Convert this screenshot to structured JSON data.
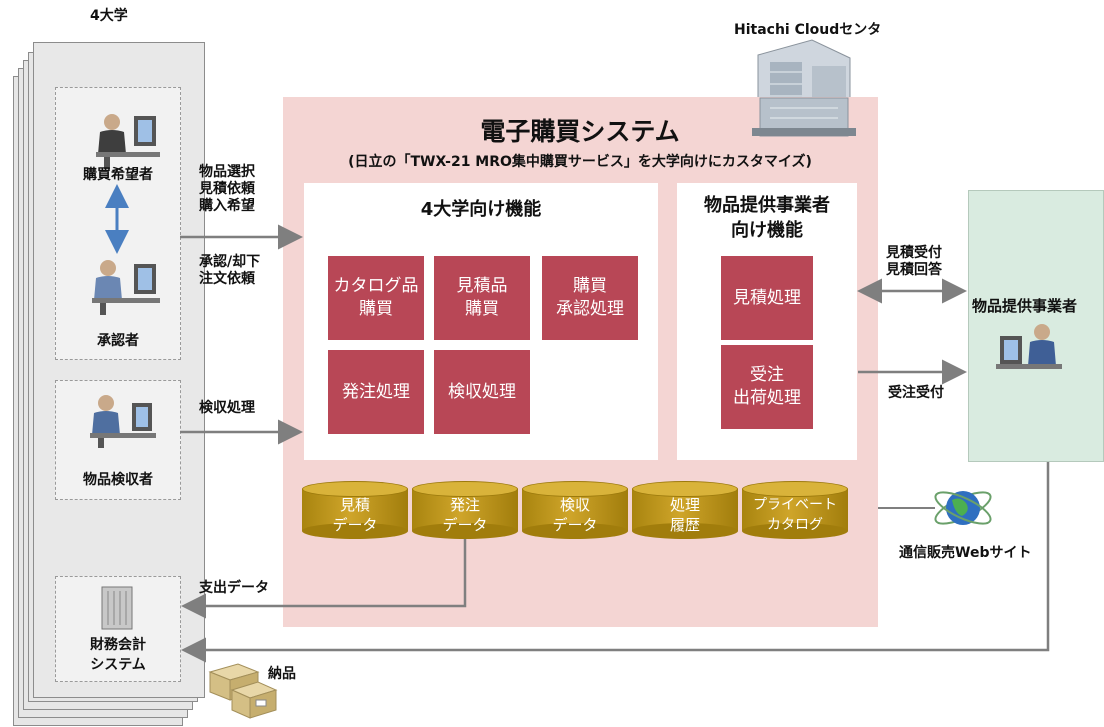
{
  "university": {
    "title": "4大学",
    "requester_label": "購買希望者",
    "approver_label": "承認者",
    "inspector_label": "物品検収者",
    "accounting_label": "財務会計\nシステム"
  },
  "cloud_center": {
    "label": "Hitachi Cloudセンタ"
  },
  "system": {
    "title": "電子購買システム",
    "subtitle": "(日立の「TWX-21 MRO集中購買サービス」を大学向けにカスタマイズ)",
    "univ_panel_title": "4大学向け機能",
    "univ_functions": [
      "カタログ品\n購買",
      "見積品\n購買",
      "購買\n承認処理",
      "発注処理",
      "検収処理"
    ],
    "supplier_panel_title": "物品提供事業者\n向け機能",
    "supplier_functions": [
      "見積処理",
      "受注\n出荷処理"
    ],
    "databases": [
      "見積\nデータ",
      "発注\nデータ",
      "検収\nデータ",
      "処理\n履歴",
      "プライベート\nカタログ"
    ]
  },
  "supplier": {
    "label": "物品提供事業者"
  },
  "arrows": {
    "request": "物品選択\n見積依頼\n購入希望",
    "approval": "承認/却下\n注文依頼",
    "inspection": "検収処理",
    "quote": "見積受付\n見積回答",
    "order": "受注受付",
    "expense": "支出データ",
    "delivery": "納品",
    "web_site": "通信販売Webサイト"
  },
  "colors": {
    "system_bg": "#f4d5d3",
    "function_box": "#b84756",
    "database": "#c29a1d",
    "supplier_bg": "#d9ebe0",
    "arrow": "#7f7f7f",
    "double_arrow": "#4a7fc1"
  }
}
